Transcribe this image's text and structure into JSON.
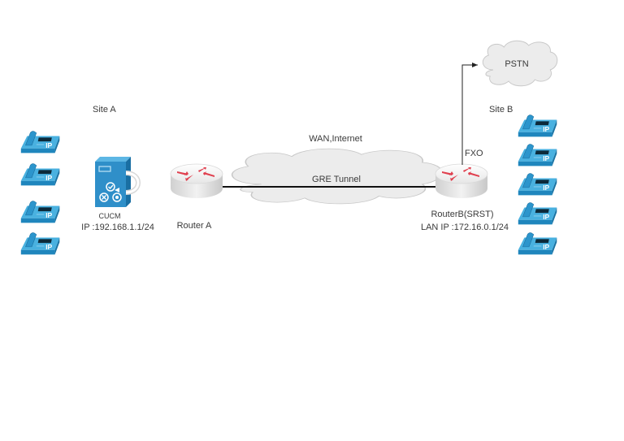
{
  "diagram": {
    "site_a": {
      "label": "Site A",
      "phones": [
        {
          "name": "ip-phone-a1",
          "badge": "IP"
        },
        {
          "name": "ip-phone-a2",
          "badge": "IP"
        },
        {
          "name": "ip-phone-a3",
          "badge": "IP"
        },
        {
          "name": "ip-phone-a4",
          "badge": "IP"
        }
      ],
      "server": {
        "label": "CUCM",
        "ip": "IP :192.168.1.1/24"
      },
      "router": {
        "label": "Router A"
      }
    },
    "wan": {
      "label": "WAN,Internet",
      "tunnel_label": "GRE Tunnel"
    },
    "site_b": {
      "label": "Site B",
      "router": {
        "label": "RouterB(SRST)",
        "ip": "LAN IP :172.16.0.1/24"
      },
      "fxo_label": "FXO",
      "pstn_label": "PSTN",
      "phones": [
        {
          "name": "ip-phone-b1",
          "badge": "IP"
        },
        {
          "name": "ip-phone-b2",
          "badge": "IP"
        },
        {
          "name": "ip-phone-b3",
          "badge": "IP"
        },
        {
          "name": "ip-phone-b4",
          "badge": "IP"
        },
        {
          "name": "ip-phone-b5",
          "badge": "IP"
        }
      ]
    },
    "colors": {
      "phone_blue": "#3aa3d6",
      "phone_dark": "#1d7fb3",
      "server_blue": "#2f8fc9",
      "router_arrow": "#e0404f",
      "cloud_fill": "#ececec",
      "cloud_stroke": "#c8c8c8",
      "line": "#111111"
    }
  }
}
